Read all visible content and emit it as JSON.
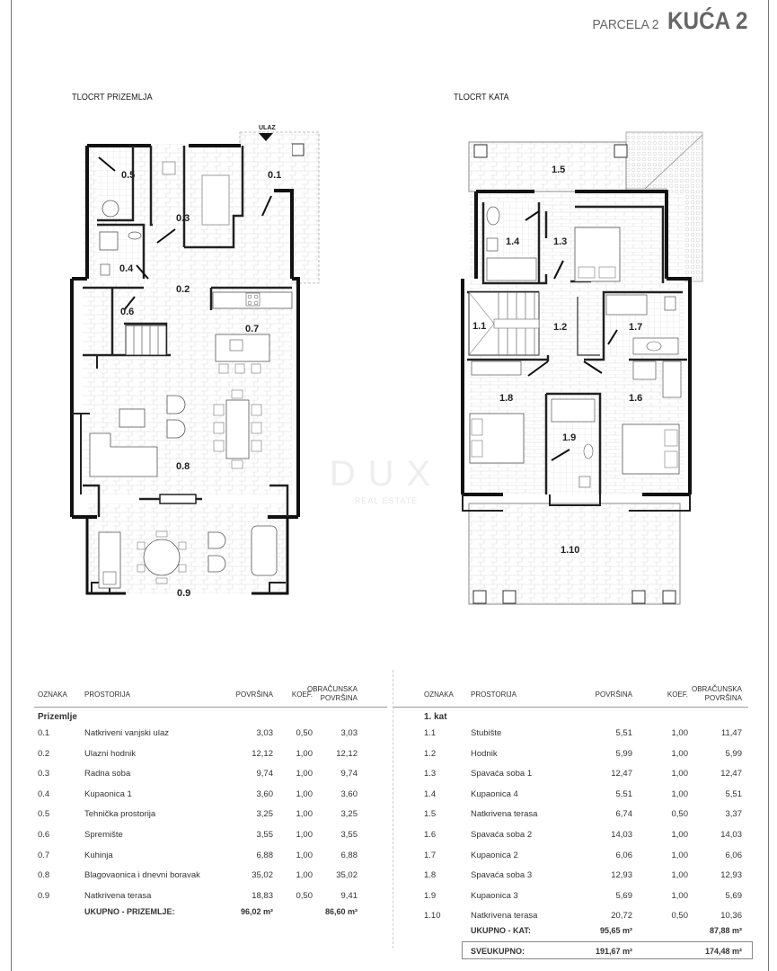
{
  "header": {
    "parcel": "PARCELA 2",
    "house": "KUĆA 2"
  },
  "plans": {
    "ground": {
      "title": "TLOCRT PRIZEMLJA",
      "entrance_label": "ULAZ",
      "rooms": [
        "0.1",
        "0.2",
        "0.3",
        "0.4",
        "0.5",
        "0.6",
        "0.7",
        "0.8",
        "0.9"
      ]
    },
    "upper": {
      "title": "TLOCRT KATA",
      "rooms": [
        "1.1",
        "1.2",
        "1.3",
        "1.4",
        "1.5",
        "1.6",
        "1.7",
        "1.8",
        "1.9",
        "1.10"
      ]
    }
  },
  "watermark": {
    "brand": "DUX",
    "tagline": "REAL ESTATE"
  },
  "table_headers": {
    "code": "OZNAKA",
    "room": "PROSTORIJA",
    "area": "POVRŠINA",
    "coef": "KOEF.",
    "calc_area_1": "OBRAČUNSKA",
    "calc_area_2": "POVRŠINA"
  },
  "ground_floor": {
    "section": "Prizemlje",
    "rows": [
      {
        "code": "0.1",
        "room": "Natkriveni vanjski ulaz",
        "area": "3,03",
        "coef": "0,50",
        "calc": "3,03"
      },
      {
        "code": "0.2",
        "room": "Ulazni hodnik",
        "area": "12,12",
        "coef": "1,00",
        "calc": "12,12"
      },
      {
        "code": "0.3",
        "room": "Radna soba",
        "area": "9,74",
        "coef": "1,00",
        "calc": "9,74"
      },
      {
        "code": "0.4",
        "room": "Kupaonica 1",
        "area": "3,60",
        "coef": "1,00",
        "calc": "3,60"
      },
      {
        "code": "0.5",
        "room": "Tehnička prostorija",
        "area": "3,25",
        "coef": "1,00",
        "calc": "3,25"
      },
      {
        "code": "0.6",
        "room": "Spremište",
        "area": "3,55",
        "coef": "1,00",
        "calc": "3,55"
      },
      {
        "code": "0.7",
        "room": "Kuhinja",
        "area": "6,88",
        "coef": "1,00",
        "calc": "6,88"
      },
      {
        "code": "0.8",
        "room": "Blagovaonica i dnevni boravak",
        "area": "35,02",
        "coef": "1,00",
        "calc": "35,02"
      },
      {
        "code": "0.9",
        "room": "Natkrivena terasa",
        "area": "18,83",
        "coef": "0,50",
        "calc": "9,41"
      }
    ],
    "total_label": "UKUPNO - PRIZEMLJE:",
    "total_area": "96,02 m²",
    "total_calc": "86,60 m²"
  },
  "upper_floor": {
    "section": "1. kat",
    "rows": [
      {
        "code": "1.1",
        "room": "Stubište",
        "area": "5,51",
        "coef": "1,00",
        "calc": "11,47"
      },
      {
        "code": "1.2",
        "room": "Hodnik",
        "area": "5,99",
        "coef": "1,00",
        "calc": "5,99"
      },
      {
        "code": "1.3",
        "room": "Spavaća soba 1",
        "area": "12,47",
        "coef": "1,00",
        "calc": "12,47"
      },
      {
        "code": "1.4",
        "room": "Kupaonica 4",
        "area": "5,51",
        "coef": "1,00",
        "calc": "5,51"
      },
      {
        "code": "1.5",
        "room": "Natkrivena terasa",
        "area": "6,74",
        "coef": "0,50",
        "calc": "3,37"
      },
      {
        "code": "1.6",
        "room": "Spavaća soba 2",
        "area": "14,03",
        "coef": "1,00",
        "calc": "14,03"
      },
      {
        "code": "1.7",
        "room": "Kupaonica 2",
        "area": "6,06",
        "coef": "1,00",
        "calc": "6,06"
      },
      {
        "code": "1.8",
        "room": "Spavaća soba 3",
        "area": "12,93",
        "coef": "1,00",
        "calc": "12,93"
      },
      {
        "code": "1.9",
        "room": "Kupaonica 3",
        "area": "5,69",
        "coef": "1,00",
        "calc": "5,69"
      },
      {
        "code": "1.10",
        "room": "Natkrivena terasa",
        "area": "20,72",
        "coef": "0,50",
        "calc": "10,36"
      }
    ],
    "total_label": "UKUPNO - KAT:",
    "total_area": "95,65 m²",
    "total_calc": "87,88 m²",
    "grand_total_label": "SVEUKUPNO:",
    "grand_total_area": "191,67 m²",
    "grand_total_calc": "174,48 m²"
  }
}
